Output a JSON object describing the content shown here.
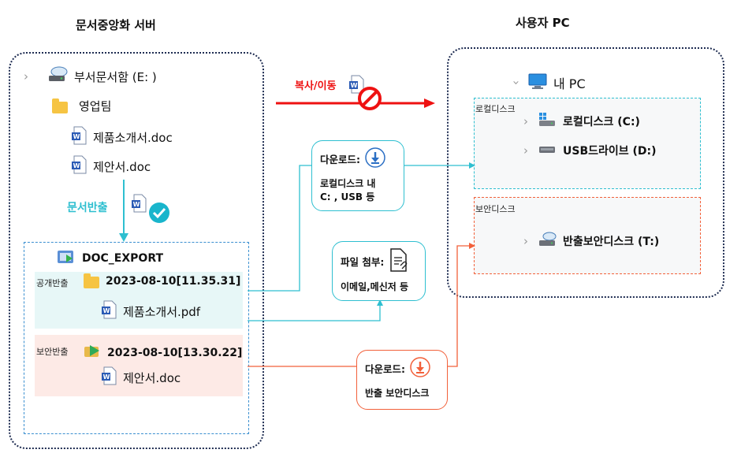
{
  "server": {
    "title": "문서중앙화 서버",
    "drive_label": "부서문서함 (E: )",
    "folder_label": "영업팀",
    "files": [
      "제품소개서.doc",
      "제안서.doc"
    ],
    "export_arrow_label": "문서반출",
    "export_root_label": "DOC_EXPORT",
    "public": {
      "zone_label": "공개반출",
      "folder_label": "2023-08-10[11.35.31]",
      "file_label": "제품소개서.pdf"
    },
    "secure": {
      "zone_label": "보안반출",
      "folder_label": "2023-08-10[13.30.22]",
      "file_label": "제안서.doc"
    }
  },
  "pc": {
    "title": "사용자 PC",
    "root_label": "내 PC",
    "local_zone_label": "로컬디스크",
    "local_drives": [
      "로컬디스크 (C:)",
      "USB드라이브 (D:)"
    ],
    "secure_zone_label": "보안디스크",
    "secure_drive_label": "반출보안디스크 (T:)"
  },
  "copy_move": {
    "label": "복사/이동"
  },
  "bubbles": {
    "download_local": {
      "head": "다운로드:",
      "line1": "로컬디스크 내",
      "line2": "C: , USB 등"
    },
    "attach": {
      "head": "파일 첨부:",
      "line1": "이메일,메신저 등"
    },
    "download_secure": {
      "head": "다운로드:",
      "line1": "반출 보안디스크"
    }
  },
  "colors": {
    "panel_border": "#1f2d52",
    "teal": "#2ebfd0",
    "teal_fill": "#e7f7f7",
    "orange": "#f2603a",
    "orange_fill": "#fdeae6",
    "red": "#ee1111",
    "word_blue": "#2b5bb5",
    "check_teal": "#19b5cc"
  },
  "icons": [
    "server-icon",
    "folder-icon",
    "word-doc-icon",
    "check-badge-icon",
    "download-icon",
    "attach-document-icon",
    "no-entry-icon",
    "monitor-icon",
    "local-disk-icon",
    "usb-drive-icon",
    "secure-drive-icon"
  ]
}
